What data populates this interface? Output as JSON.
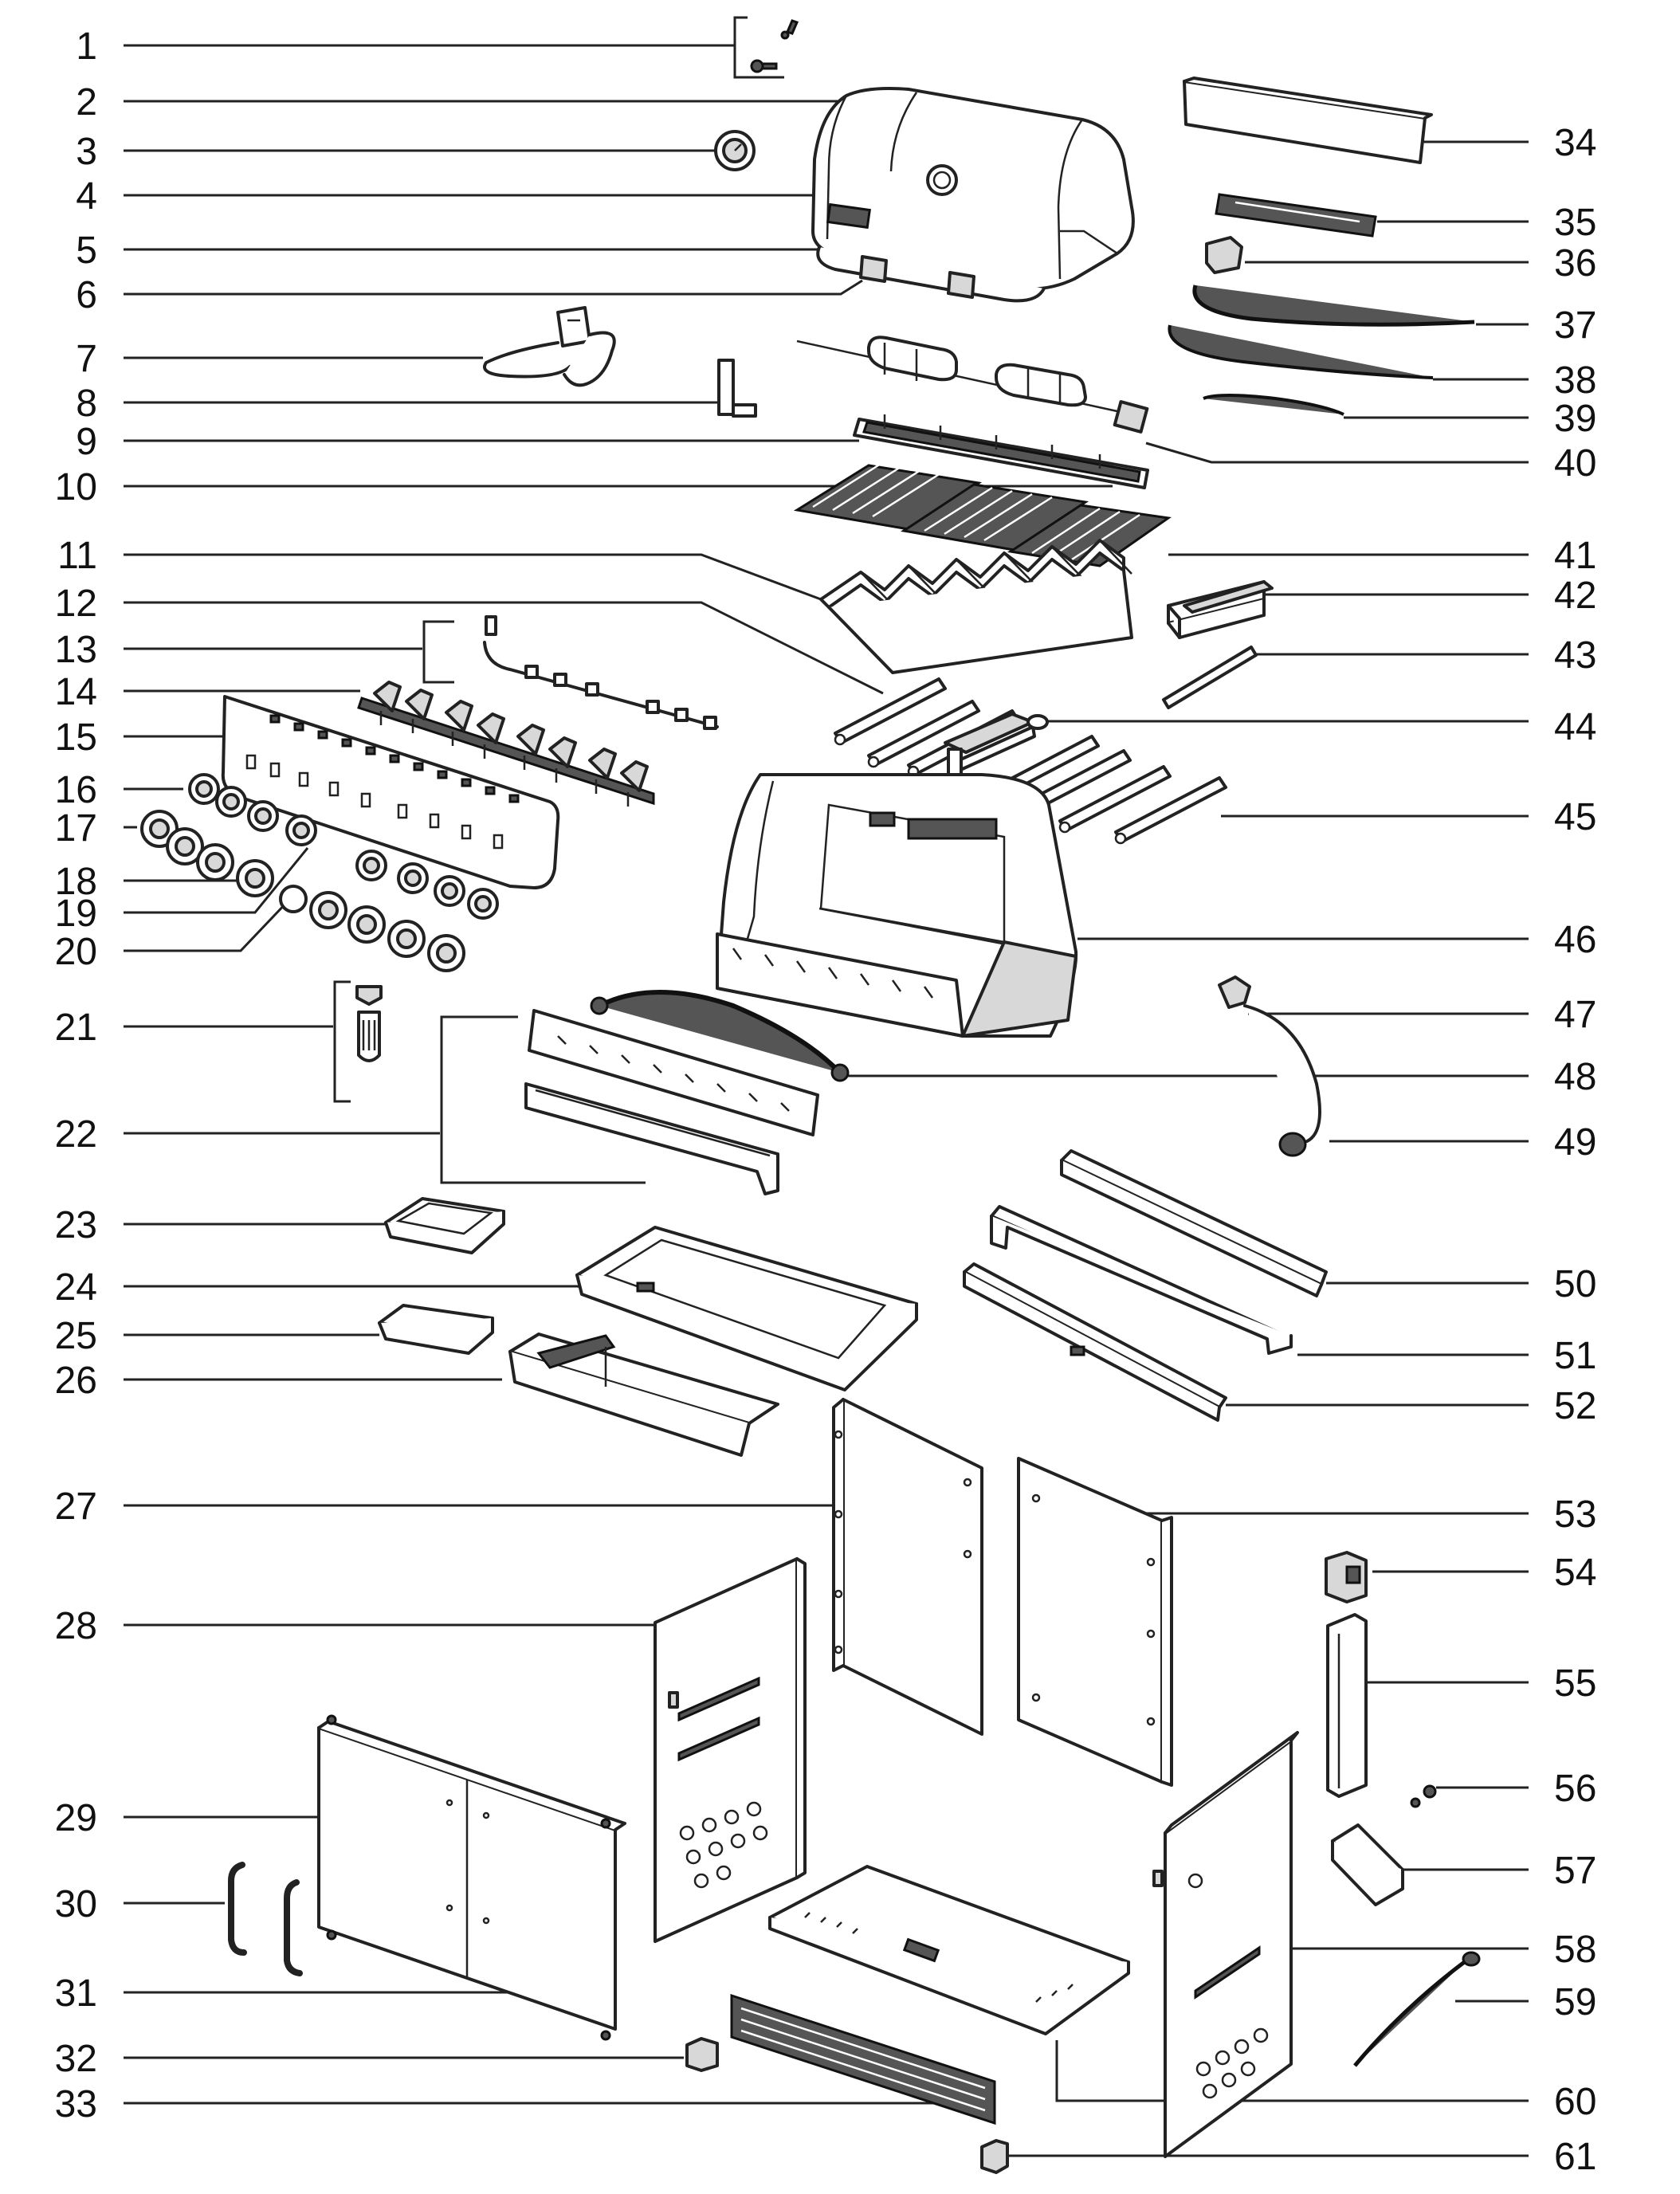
{
  "labels_left": [
    "1",
    "2",
    "3",
    "4",
    "5",
    "6",
    "7",
    "8",
    "9",
    "10",
    "11",
    "12",
    "13",
    "14",
    "15",
    "16",
    "17",
    "18",
    "19",
    "20",
    "21",
    "22",
    "23",
    "24",
    "25",
    "26",
    "27",
    "28",
    "29",
    "30",
    "31",
    "32",
    "33"
  ],
  "labels_right": [
    "34",
    "35",
    "36",
    "37",
    "38",
    "39",
    "40",
    "41",
    "42",
    "43",
    "44",
    "45",
    "46",
    "47",
    "48",
    "49",
    "50",
    "51",
    "52",
    "53",
    "54",
    "55",
    "56",
    "57",
    "58",
    "59",
    "60",
    "61"
  ]
}
